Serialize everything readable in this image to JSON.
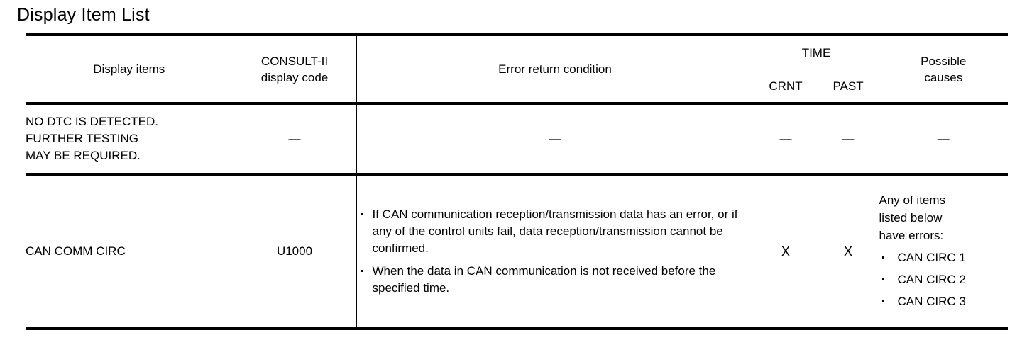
{
  "document": {
    "title": "Display Item List"
  },
  "table": {
    "headers": {
      "display_items": "Display items",
      "consult_display_code": "CONSULT-II\ndisplay code",
      "error_return_condition": "Error return condition",
      "time_group": "TIME",
      "time_crnt": "CRNT",
      "time_past": "PAST",
      "possible_causes": "Possible\ncauses"
    },
    "rows": [
      {
        "display_item": "NO DTC IS DETECTED.\nFURTHER TESTING\nMAY BE REQUIRED.",
        "display_code": "—",
        "error_return_condition": "—",
        "error_bullets": [],
        "crnt": "—",
        "past": "—",
        "causes_intro": "—",
        "causes_bullets": []
      },
      {
        "display_item": "CAN COMM CIRC",
        "display_code": "U1000",
        "error_return_condition": "",
        "error_bullets": [
          "If CAN communication reception/transmission data has an error, or if any of the control units fail, data reception/transmission cannot be confirmed.",
          "When the data in CAN communication is not received before the specified time."
        ],
        "crnt": "X",
        "past": "X",
        "causes_intro": "Any of items\nlisted below\nhave errors:",
        "causes_bullets": [
          "CAN CIRC 1",
          "CAN CIRC 2",
          "CAN CIRC 3"
        ]
      }
    ]
  }
}
